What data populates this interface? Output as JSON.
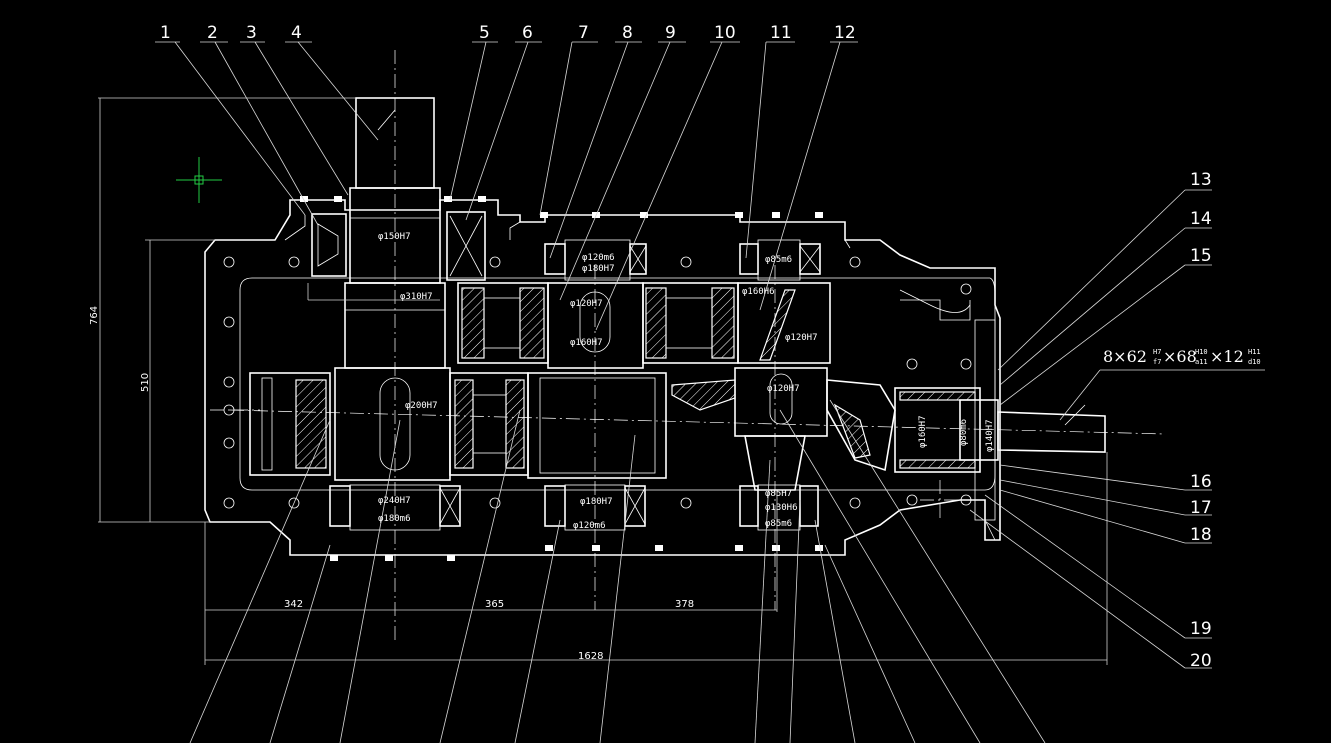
{
  "part_labels": [
    "1",
    "2",
    "3",
    "4",
    "5",
    "6",
    "7",
    "8",
    "9",
    "10",
    "11",
    "12",
    "13",
    "14",
    "15",
    "16",
    "17",
    "18",
    "19",
    "20"
  ],
  "fits": [
    "φ150H7",
    "φ310H7",
    "φ120m6",
    "φ180H7",
    "φ85m6",
    "φ120H7",
    "φ160H6",
    "φ160H7",
    "φ120H7",
    "φ200H7",
    "φ240H7",
    "φ180m6",
    "φ180H7",
    "φ120m6",
    "φ85H7",
    "φ130H6",
    "φ85m6",
    "φ120H7",
    "φ160H7",
    "φ80m6",
    "φ140H7"
  ],
  "dimensions": {
    "d342": "342",
    "d365": "365",
    "d378": "378",
    "d1628": "1628",
    "d764": "764",
    "d510": "510"
  },
  "spline_spec": {
    "prefix": "8×62",
    "f1_top": "H7",
    "f1_bot": "f7",
    "mid": "×68",
    "f2_top": "H10",
    "f2_bot": "a11",
    "mid2": "×12",
    "f3_top": "H11",
    "f3_bot": "d10"
  },
  "colors": {
    "background": "#000000",
    "lines": "#ffffff",
    "cursor": "#22cc44"
  }
}
